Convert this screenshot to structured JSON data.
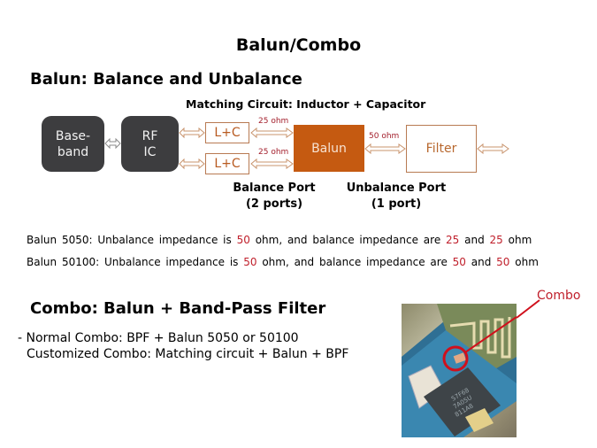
{
  "slide": {
    "title": "Balun/Combo",
    "section1_heading": "Balun: Balance and Unbalance",
    "matching_circuit_label": "Matching Circuit: Inductor + Capacitor"
  },
  "diagram": {
    "baseband": [
      "Base-",
      "band"
    ],
    "rf_ic": [
      "RF",
      "IC"
    ],
    "lc_top": "L+C",
    "lc_bottom": "L+C",
    "balun": "Balun",
    "filter": "Filter",
    "ohm_top": "25 ohm",
    "ohm_bottom": "25 ohm",
    "ohm_unbalance": "50 ohm",
    "balance_port": [
      "Balance Port",
      "(2 ports)"
    ],
    "unbalance_port": [
      "Unbalance Port",
      "(1 port)"
    ],
    "colors": {
      "dark_box": "#3d3d3f",
      "balun_fill": "#c55a11",
      "outline": "#b87a52",
      "ohm_text": "#a31f2c"
    }
  },
  "notes": [
    {
      "prefix": "Balun 5050: Unbalance impedance is ",
      "unbalance_value": "50",
      "middle": " ohm, and balance impedance are ",
      "balance_a": "25",
      "and": " and ",
      "balance_b": "25",
      "suffix": " ohm"
    },
    {
      "prefix": "Balun 50100: Unbalance impedance is ",
      "unbalance_value": "50",
      "middle": " ohm, and balance impedance are ",
      "balance_a": "50",
      "and": " and ",
      "balance_b": "50",
      "suffix": " ohm"
    }
  ],
  "section2": {
    "heading": "Combo: Balun + Band-Pass Filter",
    "line1": "- Normal Combo: BPF + Balun 5050 or 50100",
    "line2": "Customized Combo: Matching circuit + Balun + BPF"
  },
  "photo": {
    "callout_label": "Combo",
    "chip_marking": [
      "S7F68",
      "7A05U",
      "811A8"
    ],
    "callout_color": "#d0101c"
  }
}
